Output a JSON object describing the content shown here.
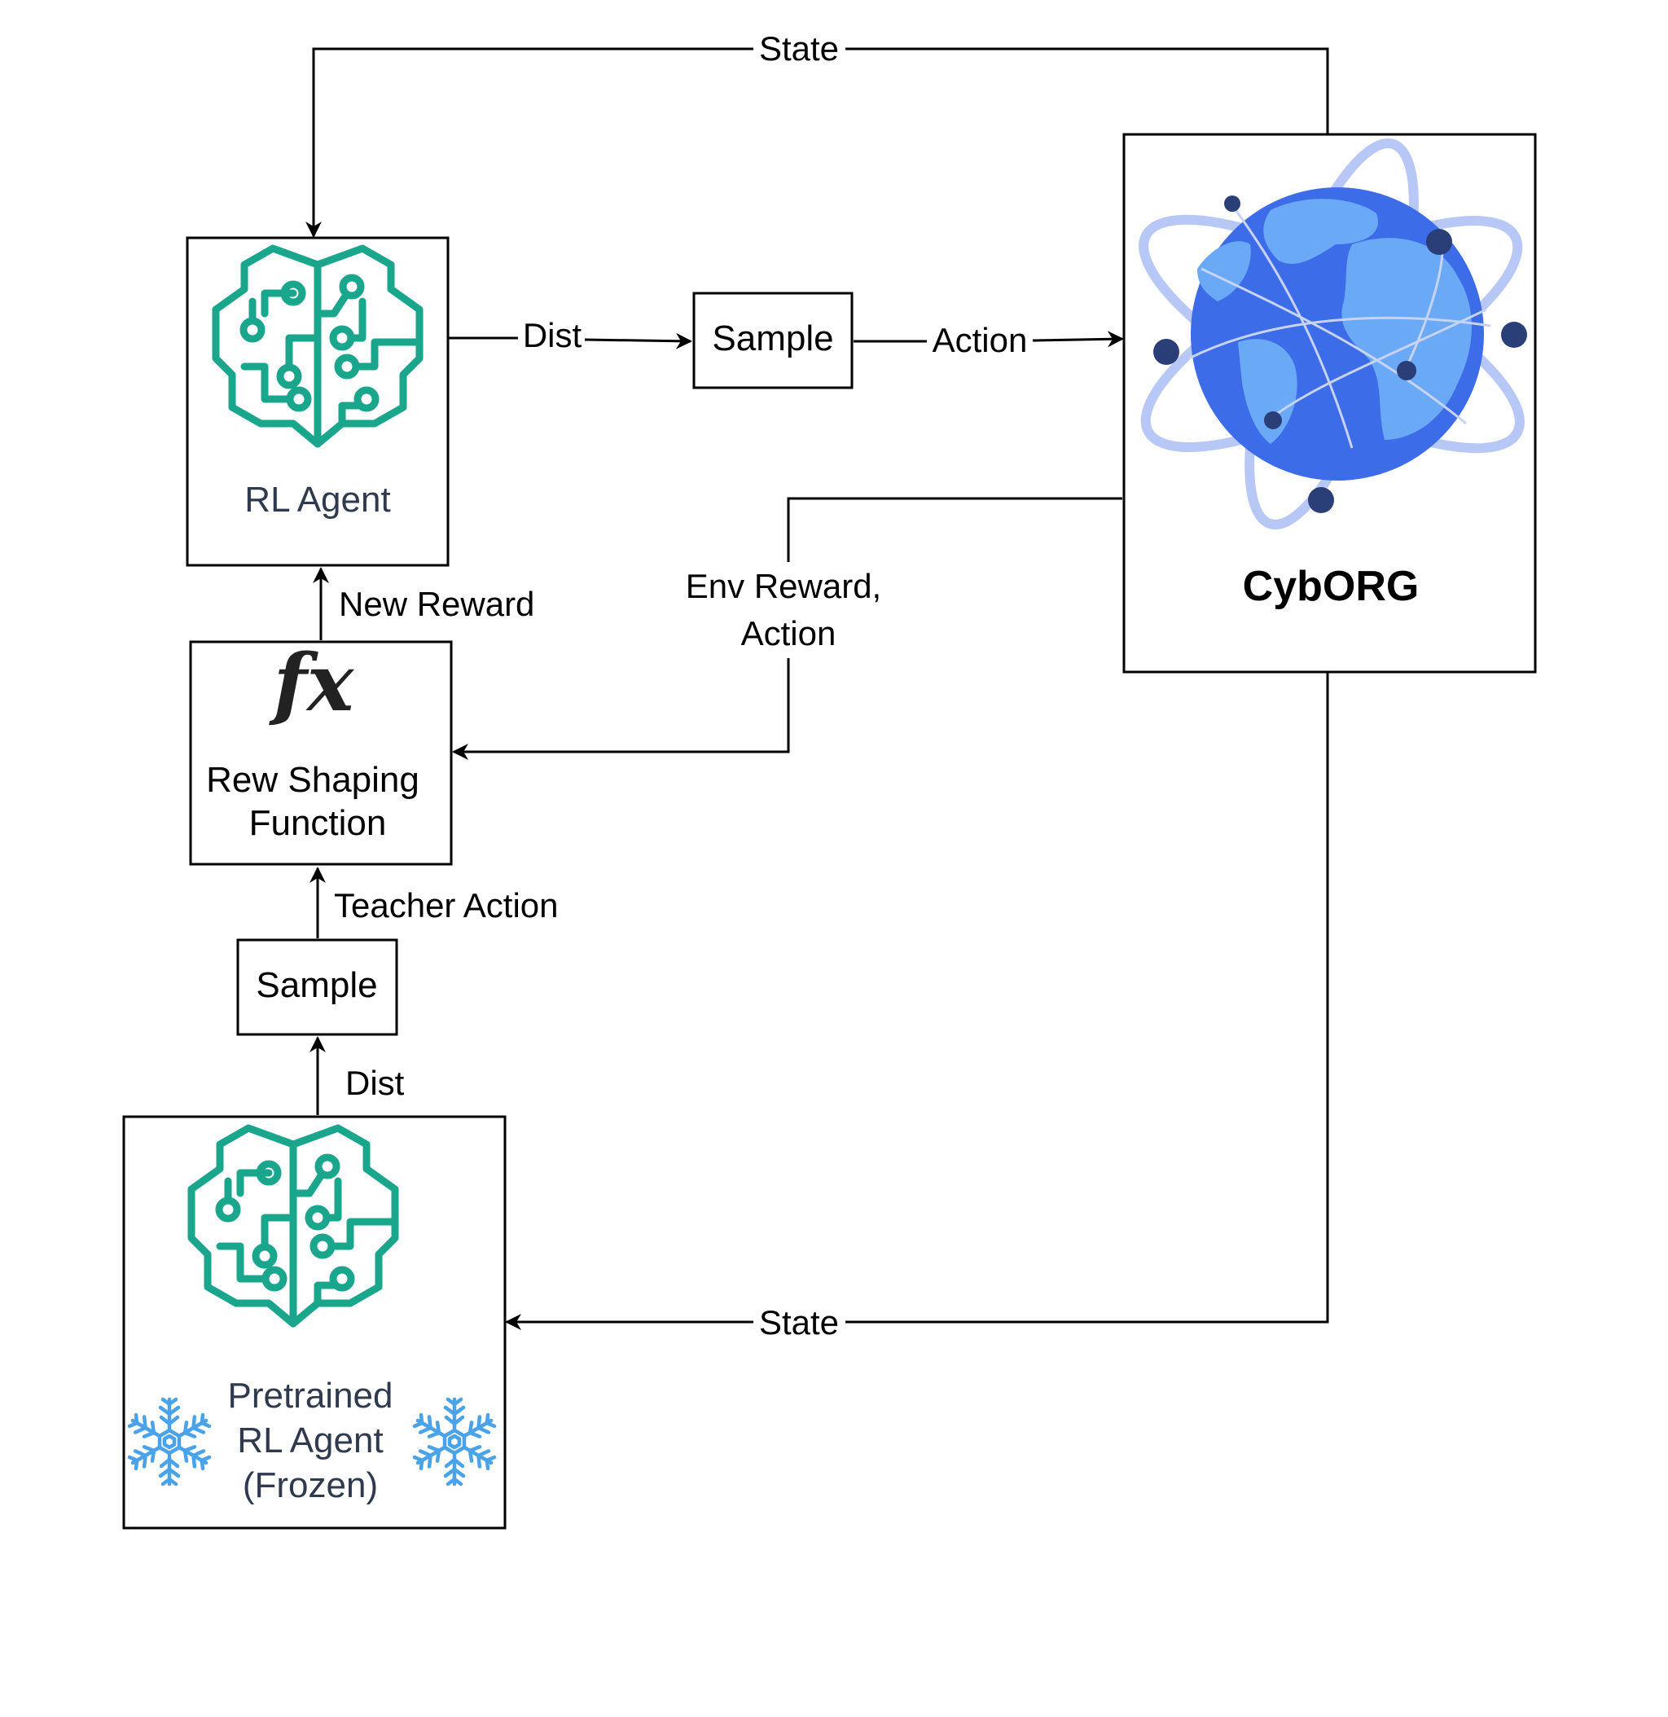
{
  "nodes": {
    "rl_agent": {
      "label": "RL Agent",
      "icon": "brain-circuit-icon"
    },
    "sample_top": {
      "label": "Sample"
    },
    "cyborg": {
      "label": "CybORG",
      "icon": "globe-network-icon"
    },
    "rew_shaping": {
      "line1": "Rew Shaping",
      "line2": "Function",
      "icon": "fx-icon"
    },
    "sample_bottom": {
      "label": "Sample"
    },
    "pretrained": {
      "line1": "Pretrained",
      "line2": "RL Agent",
      "line3": "(Frozen)",
      "icon": "brain-circuit-icon",
      "badge_icon": "snowflake-icon"
    }
  },
  "edges": {
    "state_top": "State",
    "dist_top": "Dist",
    "action": "Action",
    "env_reward_line1": "Env Reward,",
    "env_reward_line2": "Action",
    "new_reward": "New Reward",
    "teacher_action": "Teacher Action",
    "dist_bottom": "Dist",
    "state_bottom": "State"
  },
  "colors": {
    "brain": "#1aa68c",
    "globe_ocean": "#3d6ce8",
    "globe_land": "#6aa9f5",
    "orbit": "#b7c8f6",
    "node_dot": "#2a3e78",
    "snowflake": "#4aa3e8",
    "agent_text": "#2f3a4e"
  }
}
